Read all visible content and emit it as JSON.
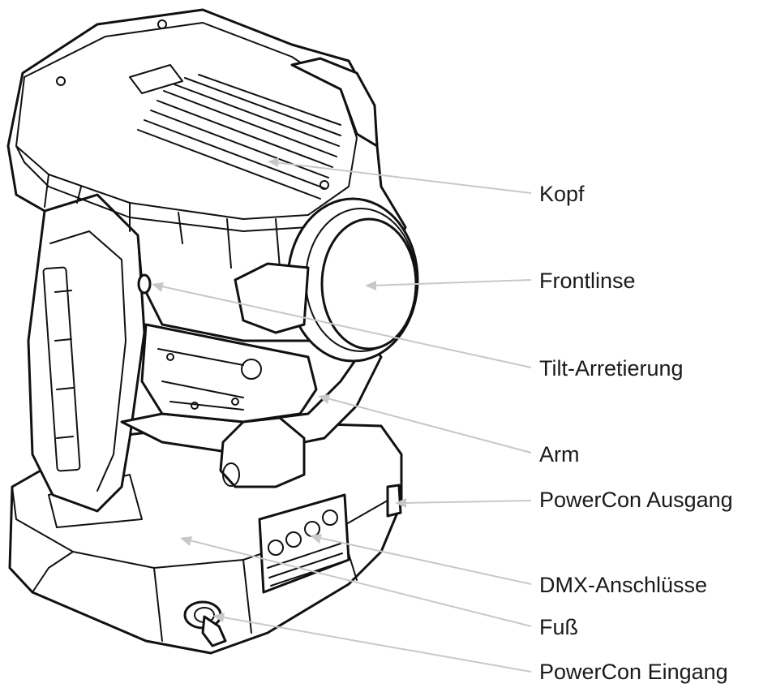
{
  "callouts": [
    {
      "id": "kopf",
      "label": "Kopf"
    },
    {
      "id": "frontlinse",
      "label": "Frontlinse"
    },
    {
      "id": "tilt",
      "label": "Tilt-Arretierung"
    },
    {
      "id": "arm",
      "label": "Arm"
    },
    {
      "id": "powercon-out",
      "label": "PowerCon Ausgang"
    },
    {
      "id": "dmx",
      "label": "DMX-Anschlüsse"
    },
    {
      "id": "fuss",
      "label": "Fuß"
    },
    {
      "id": "powercon-in",
      "label": "PowerCon Eingang"
    }
  ],
  "colors": {
    "ink": "#111111",
    "leader": "#c8c8c8",
    "text": "#1a1a1a"
  }
}
